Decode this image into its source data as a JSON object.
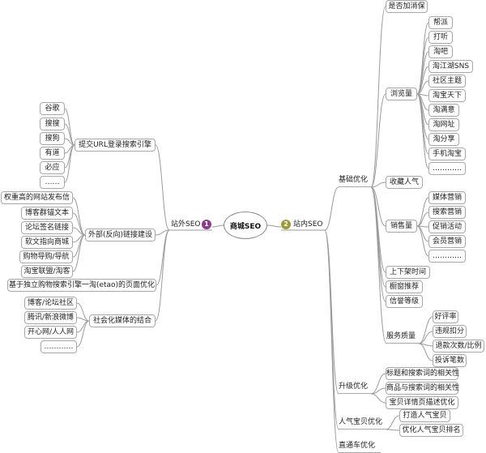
{
  "central": "商城SEO",
  "colors": {
    "line": "#9a9a9a",
    "badge_left": "#8e3a8a",
    "badge_right": "#9a9a3a"
  },
  "left": {
    "label": "站外SEO",
    "badge": "1",
    "children": [
      {
        "label": "提交URL登录搜索引擎",
        "children": [
          {
            "label": "谷歌"
          },
          {
            "label": "搜搜"
          },
          {
            "label": "搜狗"
          },
          {
            "label": "有道"
          },
          {
            "label": "必应"
          },
          {
            "label": "……"
          }
        ]
      },
      {
        "label": "外部(反向)链接建设",
        "children": [
          {
            "label": "权重高的网站发布信"
          },
          {
            "label": "博客群锚文本"
          },
          {
            "label": "论坛签名链接"
          },
          {
            "label": "软文指向商城"
          },
          {
            "label": "购物导购/导航"
          },
          {
            "label": "淘宝联盟/淘客"
          }
        ]
      },
      {
        "label": "基于独立购物搜索引擎一淘(etao)的页面优化",
        "children": []
      },
      {
        "label": "社会化媒体的结合",
        "children": [
          {
            "label": "博客/论坛社区"
          },
          {
            "label": "腾讯/新浪微博"
          },
          {
            "label": "开心网/人人网"
          },
          {
            "label": "…………"
          }
        ]
      }
    ]
  },
  "right": {
    "label": "站内SEO",
    "badge": "2",
    "children": [
      {
        "label": "基础优化",
        "children": [
          {
            "label": "是否加消保"
          },
          {
            "label": "浏览量",
            "children": [
              {
                "label": "帮派"
              },
              {
                "label": "打听"
              },
              {
                "label": "淘吧"
              },
              {
                "label": "淘江湖SNS"
              },
              {
                "label": "社区主题"
              },
              {
                "label": "淘宝天下"
              },
              {
                "label": "淘满意"
              },
              {
                "label": "淘网址"
              },
              {
                "label": "淘分享"
              },
              {
                "label": "手机淘宝"
              },
              {
                "label": "…………"
              }
            ]
          },
          {
            "label": "收藏人气"
          },
          {
            "label": "销售量",
            "children": [
              {
                "label": "媒体营销"
              },
              {
                "label": "搜索营销"
              },
              {
                "label": "促销活动"
              },
              {
                "label": "会员营销"
              },
              {
                "label": "…………"
              }
            ]
          },
          {
            "label": "上下架时间"
          },
          {
            "label": "橱窗推荐"
          },
          {
            "label": "信誉等级"
          },
          {
            "label": "服务质量",
            "children": [
              {
                "label": "好评率"
              },
              {
                "label": "违规扣分"
              },
              {
                "label": "退款次数/比例"
              },
              {
                "label": "投诉笔数"
              }
            ]
          }
        ]
      },
      {
        "label": "升级优化",
        "children": [
          {
            "label": "标题和搜索词的相关性"
          },
          {
            "label": "商品与搜索词的相关性"
          },
          {
            "label": "宝贝详情页描述优化"
          }
        ]
      },
      {
        "label": "人气宝贝优化",
        "children": [
          {
            "label": "打造人气宝贝"
          },
          {
            "label": "优化人气宝贝排名"
          }
        ]
      },
      {
        "label": "直通车优化",
        "children": []
      }
    ]
  }
}
